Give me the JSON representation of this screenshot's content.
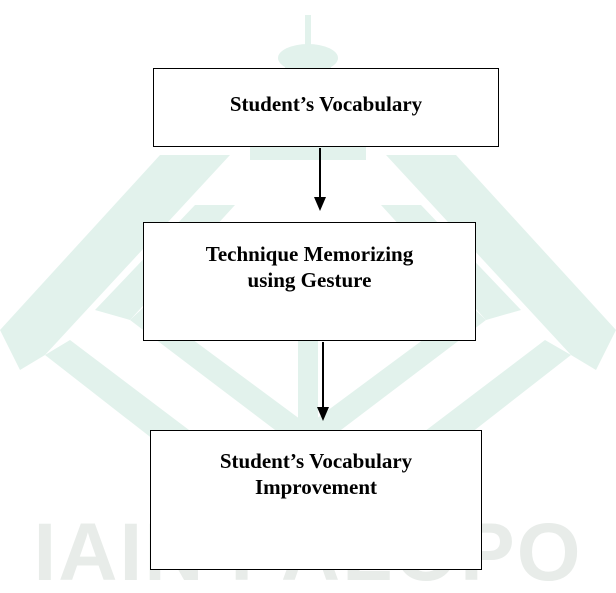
{
  "watermark": {
    "text": "IAIN PALOPO",
    "color": "#e8ece9",
    "logo_color": "#e2f2ec"
  },
  "flowchart": {
    "nodes": [
      {
        "lines": [
          "Student’s Vocabulary"
        ]
      },
      {
        "lines": [
          "Technique Memorizing",
          "using Gesture"
        ]
      },
      {
        "lines": [
          "Student’s Vocabulary",
          "Improvement"
        ]
      }
    ],
    "edges": [
      {
        "from": 0,
        "to": 1
      },
      {
        "from": 1,
        "to": 2
      }
    ]
  }
}
